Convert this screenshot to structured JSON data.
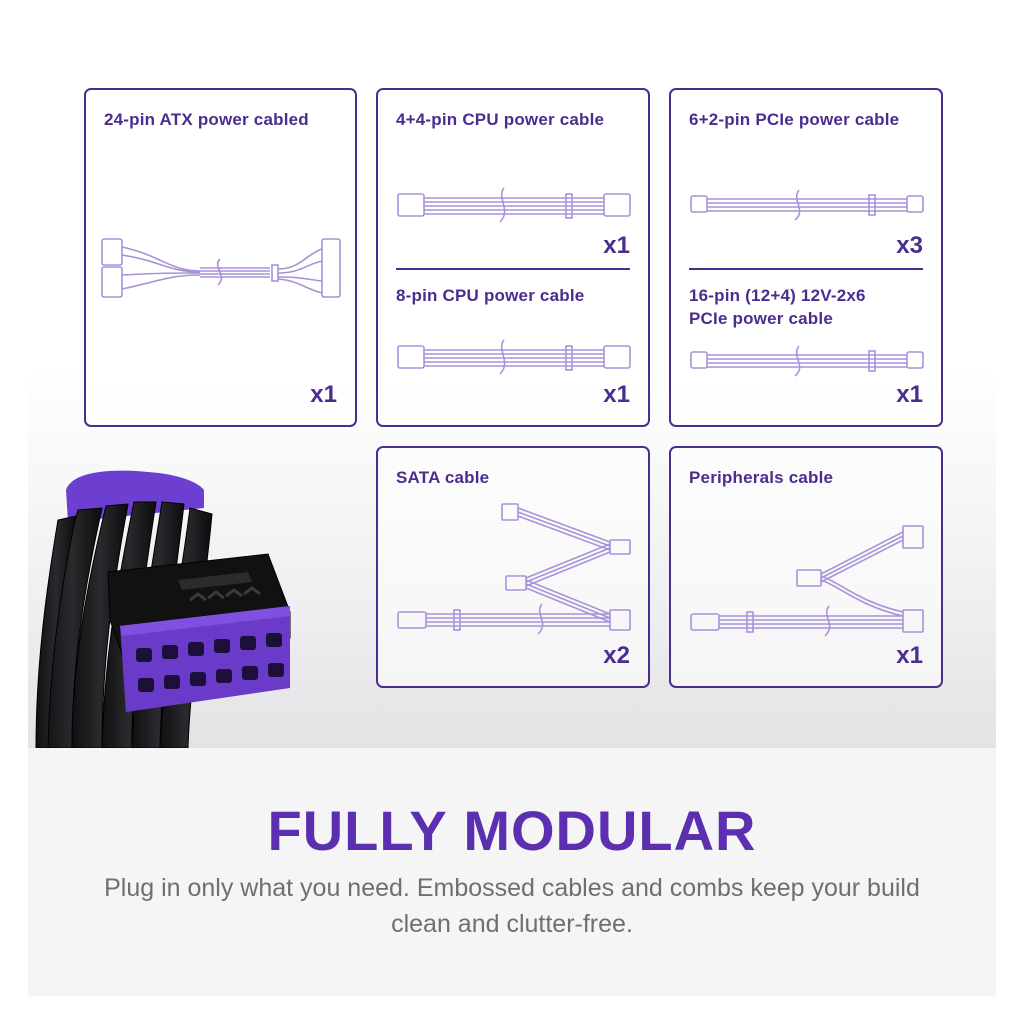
{
  "cards": {
    "atx": {
      "title": "24-pin ATX power cabled",
      "qty": "x1"
    },
    "cpu44": {
      "title": "4+4-pin CPU power cable",
      "qty": "x1"
    },
    "pcie62": {
      "title": "6+2-pin PCIe power cable",
      "qty": "x3"
    },
    "cpu8": {
      "title": "8-pin CPU power cable",
      "qty": "x1"
    },
    "pcie16": {
      "title": "16-pin (12+4) 12V-2x6 PCIe power cable",
      "qty": "x1"
    },
    "sata": {
      "title": "SATA cable",
      "qty": "x2"
    },
    "peripherals": {
      "title": "Peripherals cable",
      "qty": "x1"
    }
  },
  "headline": "FULLY MODULAR",
  "description": "Plug in only what you need. Embossed cables and combs keep your build clean and clutter-free.",
  "colors": {
    "accent": "#4c2d8f",
    "headline": "#5b2fb0",
    "cable": "#b8a6e0"
  }
}
